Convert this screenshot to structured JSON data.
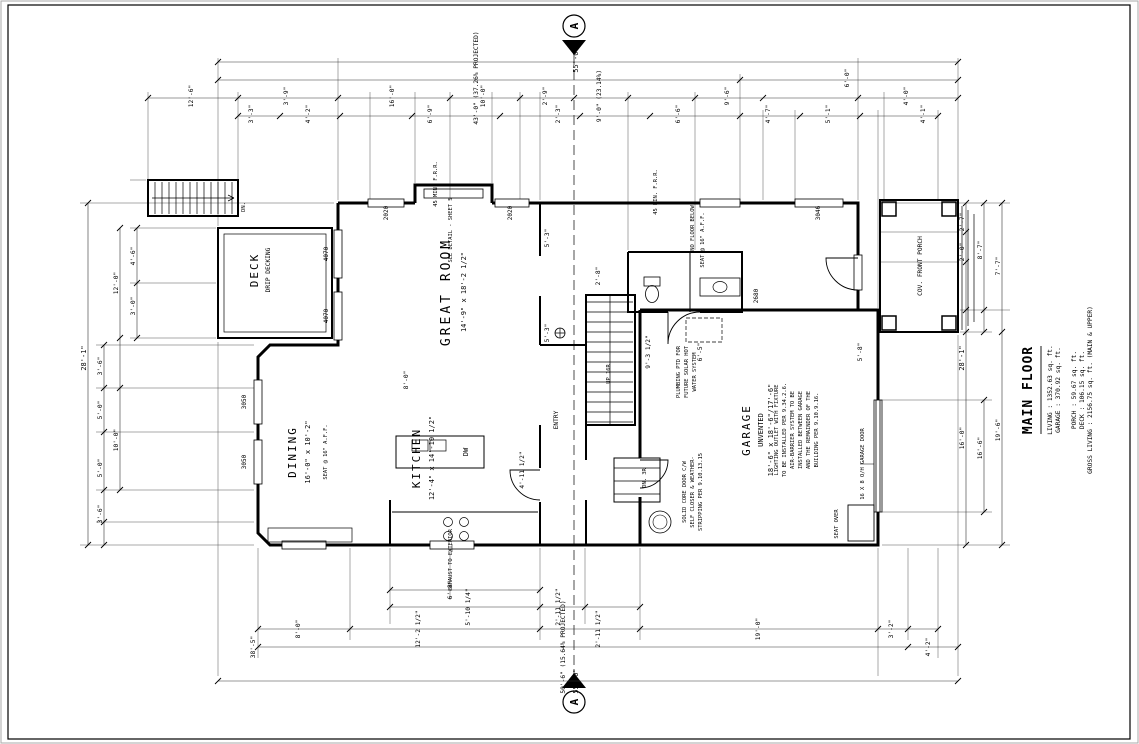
{
  "sheet": {
    "section_label": "A",
    "title_block": {
      "title": "MAIN FLOOR",
      "areas_primary": [
        "LIVING : 1352.63 sq. ft.",
        "GARAGE : 370.92 sq. ft."
      ],
      "areas_secondary": [
        "PORCH : 59.67 sq. ft.",
        "DECK : 106.15 sq. ft.",
        "GROSS LIVING : 2156.75 sq. ft. (MAIN & UPPER)"
      ]
    }
  },
  "rooms": {
    "great_room": {
      "name": "GREAT ROOM",
      "dims": "14'-9\" x 18'-2 1/2\""
    },
    "deck": {
      "name": "DECK",
      "note": "DRIP DECKING"
    },
    "dining": {
      "name": "DINING",
      "dims": "16'-0\" x 10'-2\"",
      "note": "SEAT @ 16\" A.F.F."
    },
    "kitchen": {
      "name": "KITCHEN",
      "dims": "12'-4\" x 14'-10 1/2\""
    },
    "garage": {
      "name": "GARAGE",
      "type": "UNVENTED",
      "dims": "18'-6\" x 18'-6\"/17'-6\""
    },
    "porch": {
      "name": "COV. FRONT PORCH"
    }
  },
  "notes": {
    "fire_rating": "45 MIN. F.R.R.",
    "see_detail": "SEE DETAIL - SHEET 5",
    "no_floor_below": "NO FLOOR BELOW",
    "seat_aff": "SEAT @ 16\" A.F.F.",
    "plumbing": [
      "PLUMBING PTD FOR",
      "FUTURE SOLAR HOT",
      "WATER SYSTEM"
    ],
    "lighting": [
      "LIGHTING OUTLET WITH FIXTURE",
      "TO BE INSTALLED PER 9.34.2.6.",
      "AIR-BARRIER SYSTEM TO BE",
      "INSTALLED BETWEEN GARAGE",
      "AND THE REMAINDER OF THE",
      "BUILDING PER 9.10.9.16."
    ],
    "solid_core": [
      "SOLID CORE DOOR C/W",
      "SELF CLOSER & WEATHER-",
      "STRIPPING PER 9.10.13.15"
    ],
    "garage_door": "16 X 8 O/H GARAGE DOOR",
    "seat_over": "SEAT OVER",
    "exhaust": "EXHAUST TO EXTERIOR",
    "dn3r": "DN. 3R",
    "up16r": "UP 16R",
    "dn": "DN.",
    "entry": "ENTRY",
    "dw": "DW"
  },
  "tags": {
    "w2020a": "2020",
    "w2020b": "2020",
    "w3046": "3046",
    "w2680": "2680",
    "w3050a": "3050",
    "w3050b": "3050",
    "w4070a": "4070",
    "w4070b": "4070"
  },
  "dims": {
    "top": [
      "55'-0\"",
      "43'-0\" (37.26% PROJECTED)",
      "6'-0\"",
      "12'-6\"",
      "3'-9\"",
      "16'-0\"",
      "10'-0\"",
      "2'-9\"",
      "9'-0\" (23.14%)",
      "9'-6\"",
      "4'-0\"",
      "3'-3\"",
      "4'-2\"",
      "6'-9\"",
      "2'-3\"",
      "6'-6\"",
      "4'-7\"",
      "5'-1\"",
      "4'-1\""
    ],
    "bottom": [
      "6'-8\"",
      "5'-10 1/4\"",
      "2'-11 1/2\"",
      "8'-0\"",
      "12'-2 1/2\"",
      "2'-11 1/2\"",
      "19'-0\"",
      "3'-2\"",
      "38'-5\"",
      "50'-6\" (15.64% PROJECTED)",
      "4'-2\"",
      "55'-0\""
    ],
    "left": [
      "28'-1\"",
      "3'-6\"",
      "5'-0\"",
      "5'-0\"",
      "3'-6\"",
      "10'-0\"",
      "4'-6\"",
      "3'-0\"",
      "12'-0\""
    ],
    "right": [
      "2'-7\"",
      "2'-0\"",
      "8'-7\"",
      "7'-7\"",
      "28'-1\"",
      "16'-0\"",
      "16'-6\"",
      "19'-6\""
    ],
    "interior": [
      "5'-3\"",
      "5'-3\"",
      "8'-0\"",
      "4'-11 1/2\"",
      "2'-8\"",
      "9'-3 1/2\"",
      "6'-5\"",
      "5'-8\""
    ]
  }
}
